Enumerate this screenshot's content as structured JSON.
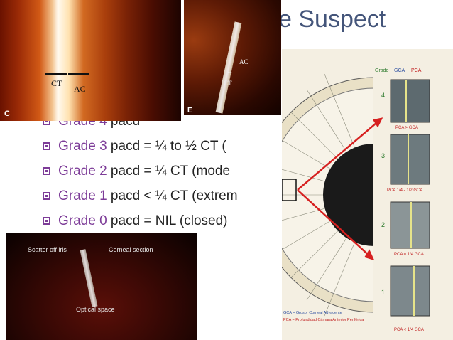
{
  "slide": {
    "title": "e Suspect",
    "bullets": [
      {
        "grade": "Grade 4",
        "text": " pacd"
      },
      {
        "grade": "Grade 3",
        "text": " pacd = ¼  to ½ CT ("
      },
      {
        "grade": "Grade 2",
        "text": " pacd = ¼ CT (mode"
      },
      {
        "grade": "Grade 1",
        "text": " pacd < ¼ CT (extrem"
      },
      {
        "grade": "Grade 0",
        "text": " pacd = NIL (closed)"
      }
    ]
  },
  "photo_c": {
    "label": "C",
    "ct": "CT",
    "ac": "AC"
  },
  "photo_e": {
    "label": "E",
    "ct": "CT",
    "ac": "AC"
  },
  "photo_bottom": {
    "scatter": "Scatter off iris",
    "corneal": "Corneal section",
    "optical": "Optical space"
  },
  "diagram": {
    "header_grado": "Grado",
    "header_gca": "GCA",
    "header_pca": "PCA",
    "grades": [
      "4",
      "3",
      "2",
      "1"
    ],
    "captions": [
      "PCA > GCA",
      "PCA 1/4 - 1/2 GCA",
      "PCA = 1/4 GCA",
      "PCA < 1/4 GCA"
    ],
    "legend_line1": "GCA = Grosor Corneal Adyacente",
    "legend_line2": "PCA = Profundidad Cámara Anterior Periférica"
  },
  "colors": {
    "title": "#44557a",
    "grade": "#7d3c98",
    "accent": "#c0136b",
    "arrow": "#d62020"
  }
}
